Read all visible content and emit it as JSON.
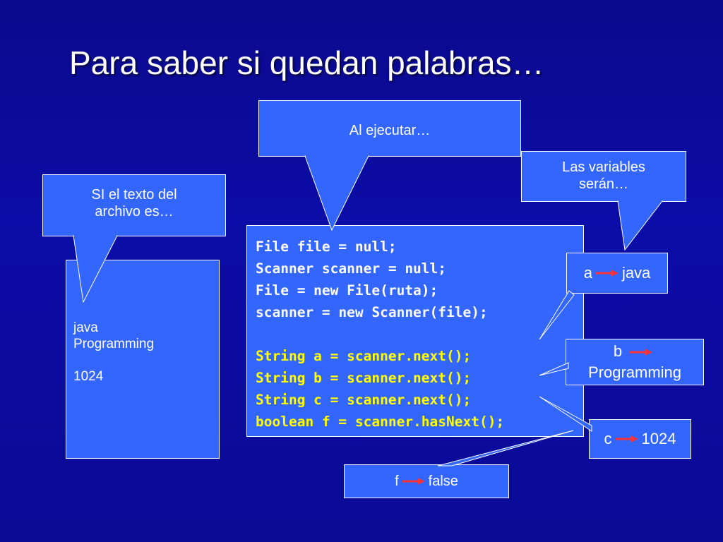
{
  "slide": {
    "title": "Para saber si quedan palabras…"
  },
  "callouts": {
    "run": "Al ejecutar…",
    "vars_line1": "Las variables",
    "vars_line2": "serán…",
    "text_line1": "SI el texto del",
    "text_line2": "archivo es…"
  },
  "file_content": {
    "lines": [
      "java",
      "Programming",
      "1024"
    ]
  },
  "code": {
    "plain": [
      "File file = null;",
      "Scanner scanner = null;",
      "File = new File(ruta);",
      "scanner = new Scanner(file);"
    ],
    "highlighted": [
      "String a = scanner.next();",
      "String b = scanner.next();",
      "String c = scanner.next();",
      "boolean f = scanner.hasNext();"
    ]
  },
  "results": {
    "a": {
      "var": "a",
      "value": "java"
    },
    "b": {
      "var": "b",
      "value": "Programming"
    },
    "c": {
      "var": "c",
      "value": "1024"
    },
    "f": {
      "var": "f",
      "value": "false"
    }
  },
  "colors": {
    "background": "#0a0a8c",
    "box_fill": "#3366ff",
    "code_highlight": "#ffff00",
    "arrow": "#ff3333"
  }
}
